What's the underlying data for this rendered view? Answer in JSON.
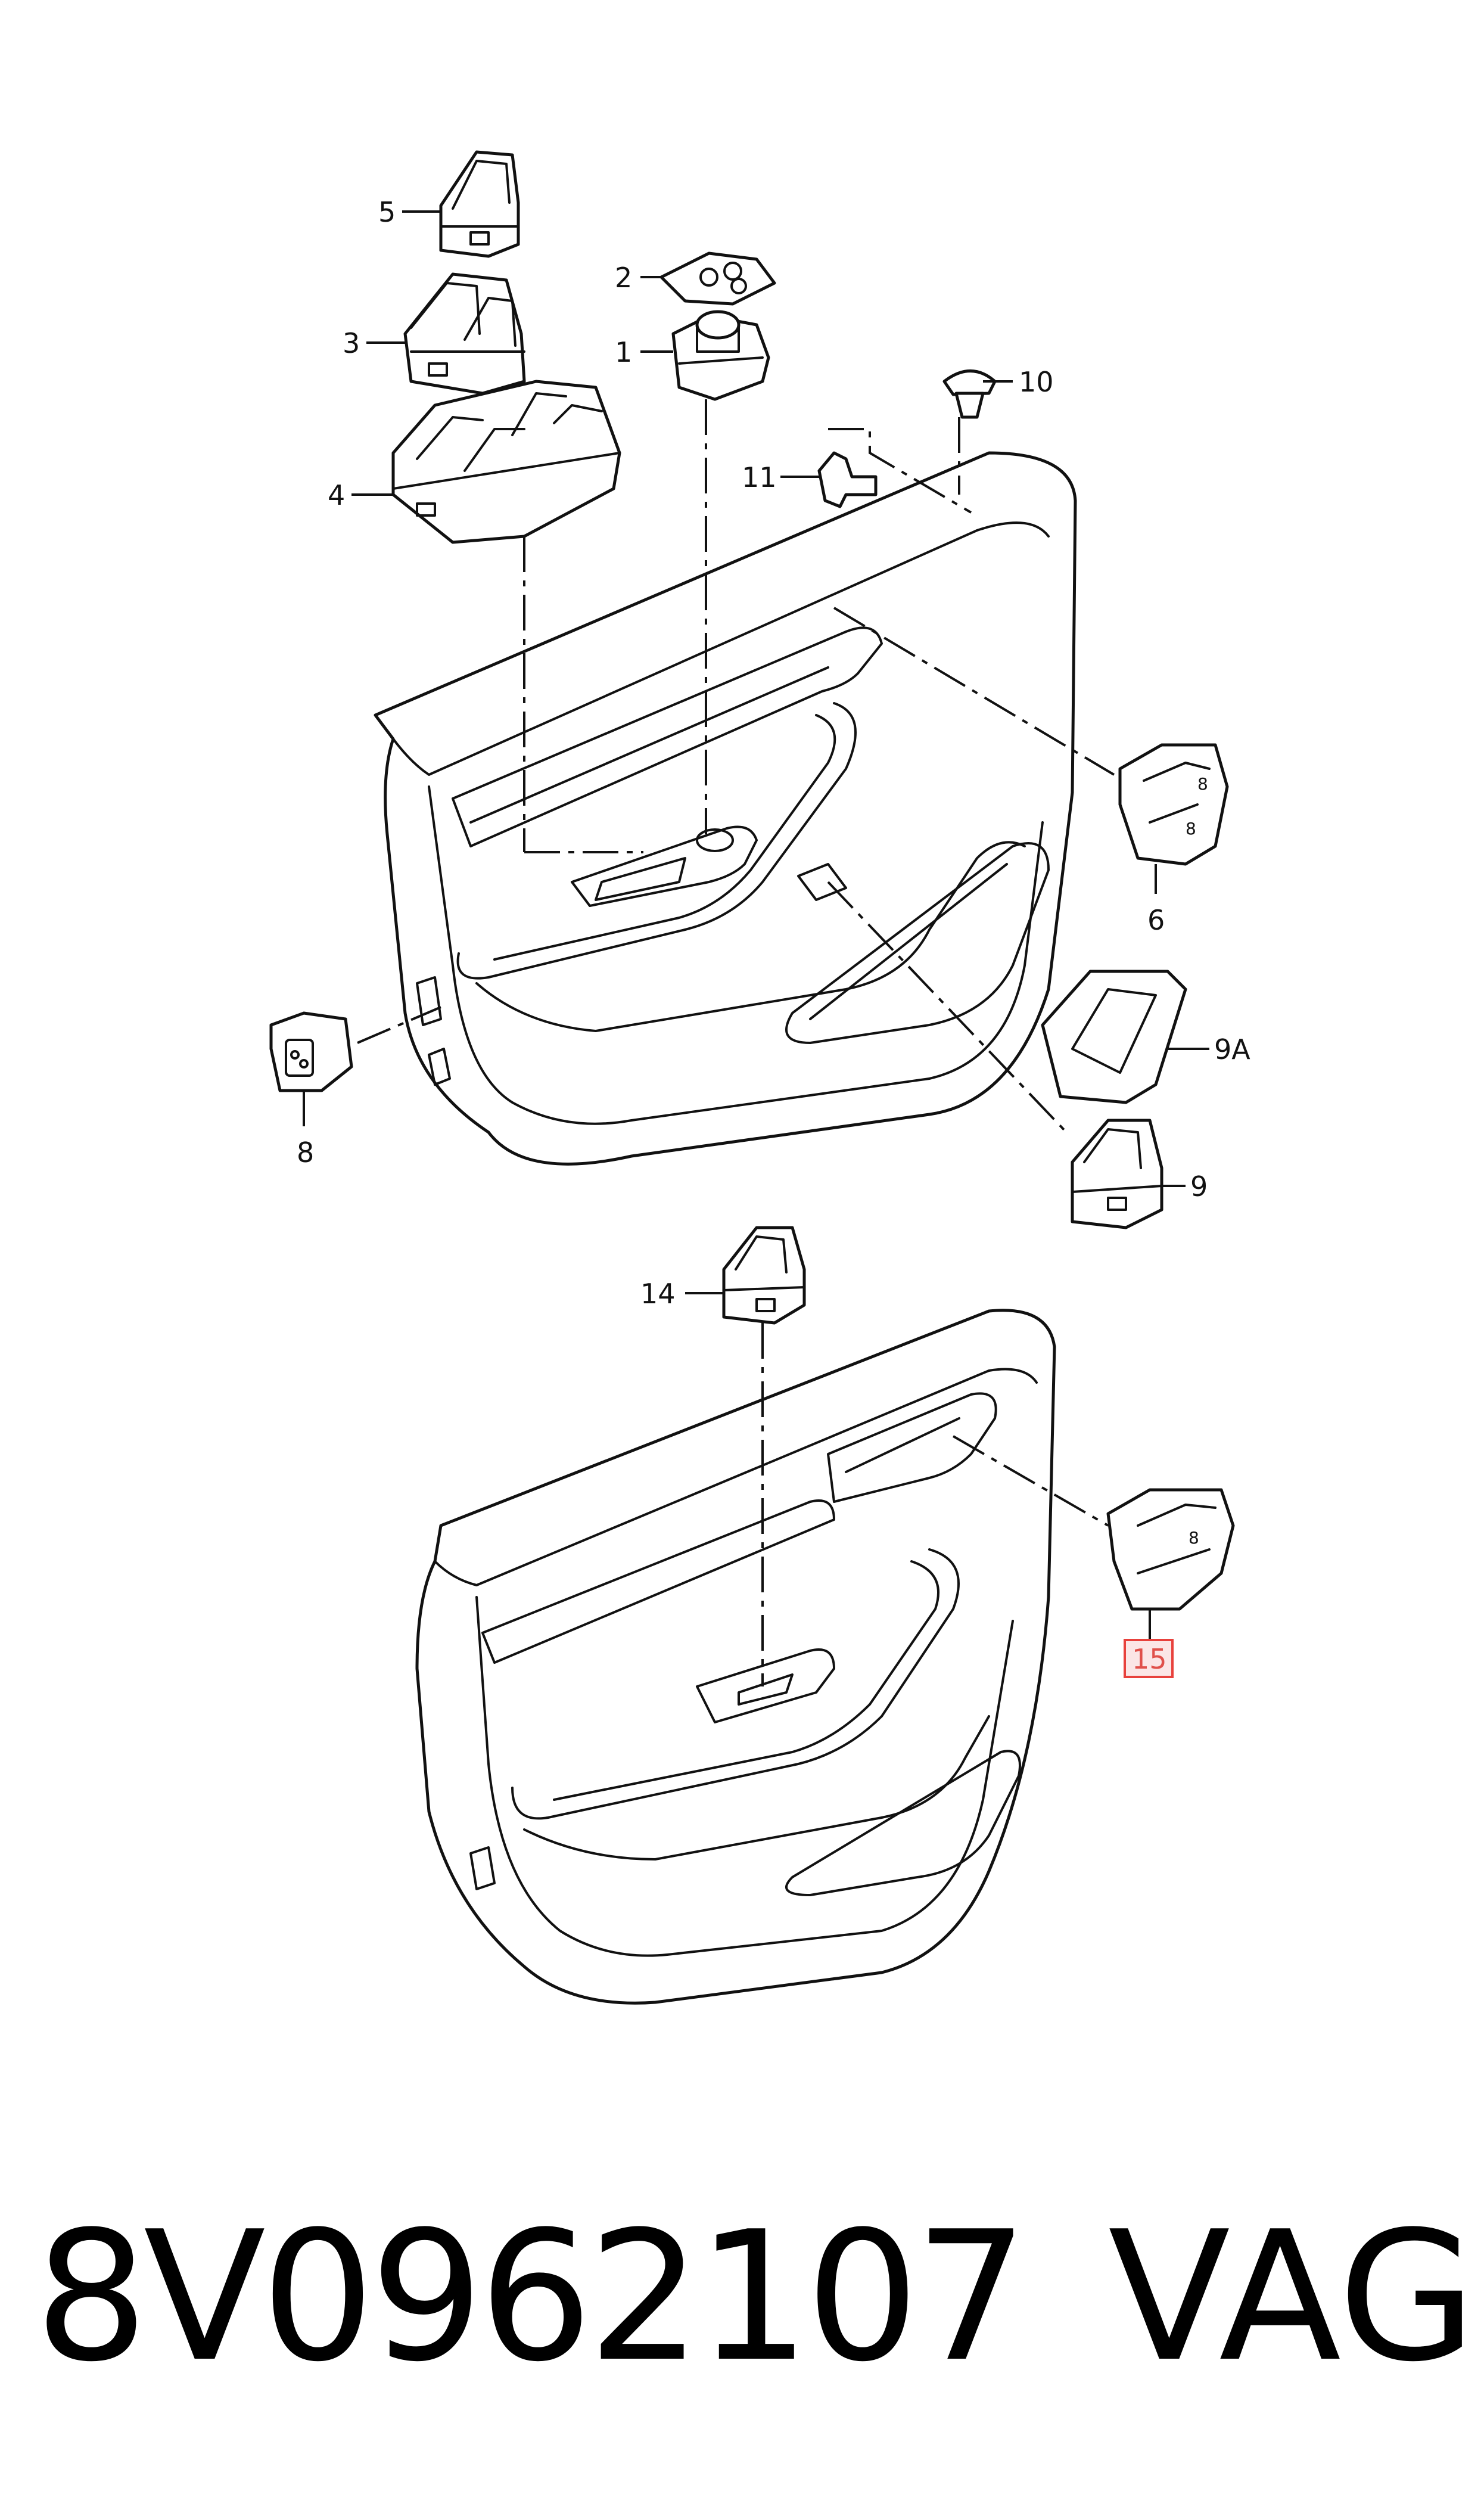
{
  "callouts": {
    "c1": "1",
    "c2": "2",
    "c3": "3",
    "c4": "4",
    "c5": "5",
    "c6": "6",
    "c8": "8",
    "c9": "9",
    "c9a": "9A",
    "c10": "10",
    "c11": "11",
    "c14": "14",
    "c15": "15"
  },
  "highlight": {
    "callout": "15",
    "border_color": "#e8413c",
    "fill_color": "#fbe6e6",
    "text_color": "#e0504a"
  },
  "footer": {
    "part_number": "8V0962107",
    "brand": "VAG"
  }
}
